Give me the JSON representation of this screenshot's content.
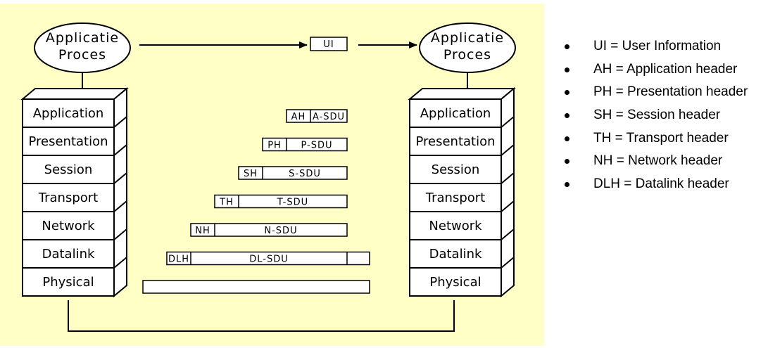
{
  "diagram": {
    "left_process": [
      "Applicatie",
      "Proces"
    ],
    "right_process": [
      "Applicatie",
      "Proces"
    ],
    "ui_box": "UI",
    "left_stack_layers": [
      "Application",
      "Presentation",
      "Session",
      "Transport",
      "Network",
      "Datalink",
      "Physical"
    ],
    "right_stack_layers": [
      "Application",
      "Presentation",
      "Session",
      "Transport",
      "Network",
      "Datalink",
      "Physical"
    ],
    "pdus": [
      {
        "header": "AH",
        "sdu": "A-SDU"
      },
      {
        "header": "PH",
        "sdu": "P-SDU"
      },
      {
        "header": "SH",
        "sdu": "S-SDU"
      },
      {
        "header": "TH",
        "sdu": "T-SDU"
      },
      {
        "header": "NH",
        "sdu": "N-SDU"
      },
      {
        "header": "DLH",
        "sdu": "DL-SDU",
        "trailer": ""
      },
      {
        "header": "",
        "sdu": ""
      }
    ]
  },
  "legend": [
    "UI = User Information",
    "AH = Application header",
    "PH = Presentation header",
    "SH = Session header",
    "TH = Transport header",
    "NH = Network header",
    "DLH = Datalink header"
  ],
  "colors": {
    "panel_background": "#ffffc6",
    "line": "#000000",
    "box_fill": "#ffffff"
  }
}
